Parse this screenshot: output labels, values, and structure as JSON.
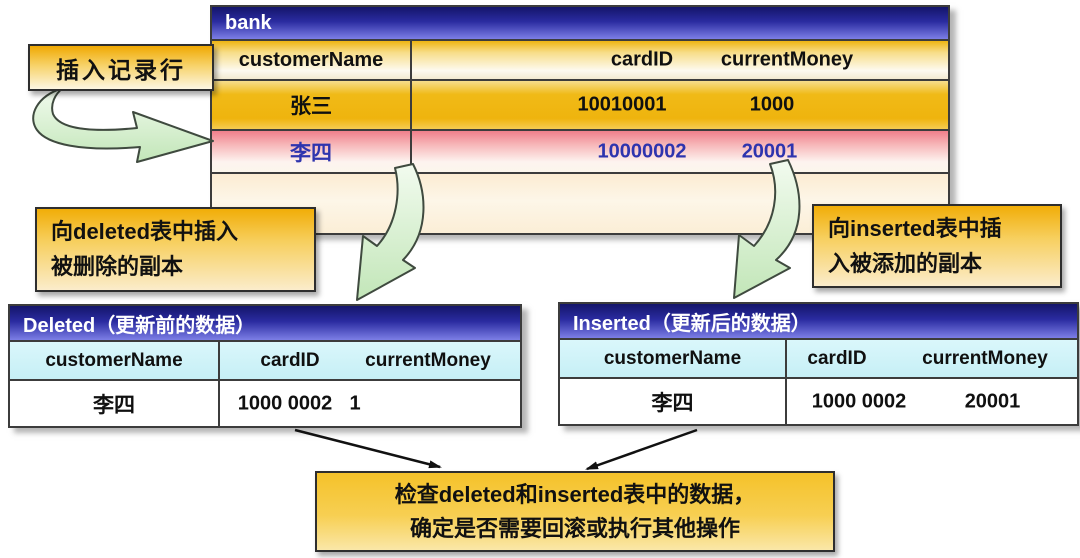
{
  "diagram": {
    "bank": {
      "title": "bank",
      "headers": {
        "customerName": "customerName",
        "cardID": "cardID",
        "currentMoney": "currentMoney"
      },
      "rows": [
        {
          "customerName": "张三",
          "cardID": "10010001",
          "currentMoney": "1000"
        },
        {
          "customerName": "李四",
          "cardID": "10000002",
          "currentMoney": "20001"
        }
      ]
    },
    "deleted": {
      "title": "Deleted（更新前的数据）",
      "headers": {
        "customerName": "customerName",
        "cardID": "cardID",
        "currentMoney": "currentMoney"
      },
      "row": {
        "customerName": "李四",
        "cardID": "1000 0002",
        "currentMoney": "1"
      }
    },
    "inserted": {
      "title": "Inserted（更新后的数据）",
      "headers": {
        "customerName": "customerName",
        "cardID": "cardID",
        "currentMoney": "currentMoney"
      },
      "row": {
        "customerName": "李四",
        "cardID": "1000 0002",
        "currentMoney": "20001"
      }
    },
    "callouts": {
      "insert_row": "插入记录行",
      "to_deleted": {
        "line1": "向deleted表中插入",
        "line2": "被删除的副本"
      },
      "to_inserted": {
        "line1": "向inserted表中插",
        "line2": "入被添加的副本"
      },
      "check": {
        "line1": "检查deleted和inserted表中的数据，",
        "line2": "确定是否需要回滚或执行其他操作"
      }
    },
    "colors": {
      "title_bar_top": "#14156a",
      "title_bar_bottom": "#7c7ee6",
      "gold_header": "#eeb512",
      "gold_row": "#f0ba17",
      "highlight_row_pink": "#f07f8b",
      "highlight_text_blue": "#2e34ae",
      "cyan_header": "#cdf2f8",
      "callout_gold": "#f1ad08",
      "arrow_green_fill": "#d9f2d2",
      "arrow_outline": "#3f4a3f"
    }
  }
}
